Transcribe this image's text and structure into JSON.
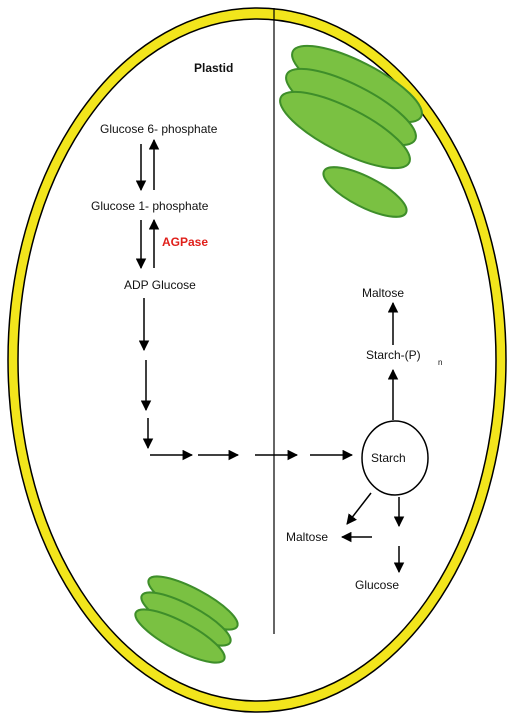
{
  "plastid_label": "Plastid",
  "pathway": {
    "glucose_6_phosphate": "Glucose 6- phosphate",
    "glucose_1_phosphate": "Glucose 1- phosphate",
    "agpase": "AGPase",
    "adp_glucose": "ADP Glucose"
  },
  "degradation": {
    "starch": "Starch",
    "starch_p": "Starch-(P)",
    "subscript_n": "n",
    "maltose_top": "Maltose",
    "maltose_bottom": "Maltose",
    "glucose": "Glucose"
  },
  "colors": {
    "cell_wall": "#F2E51C",
    "thylakoid": "#7AC142",
    "enzyme_label": "#E0201B",
    "lines": "#000000"
  }
}
